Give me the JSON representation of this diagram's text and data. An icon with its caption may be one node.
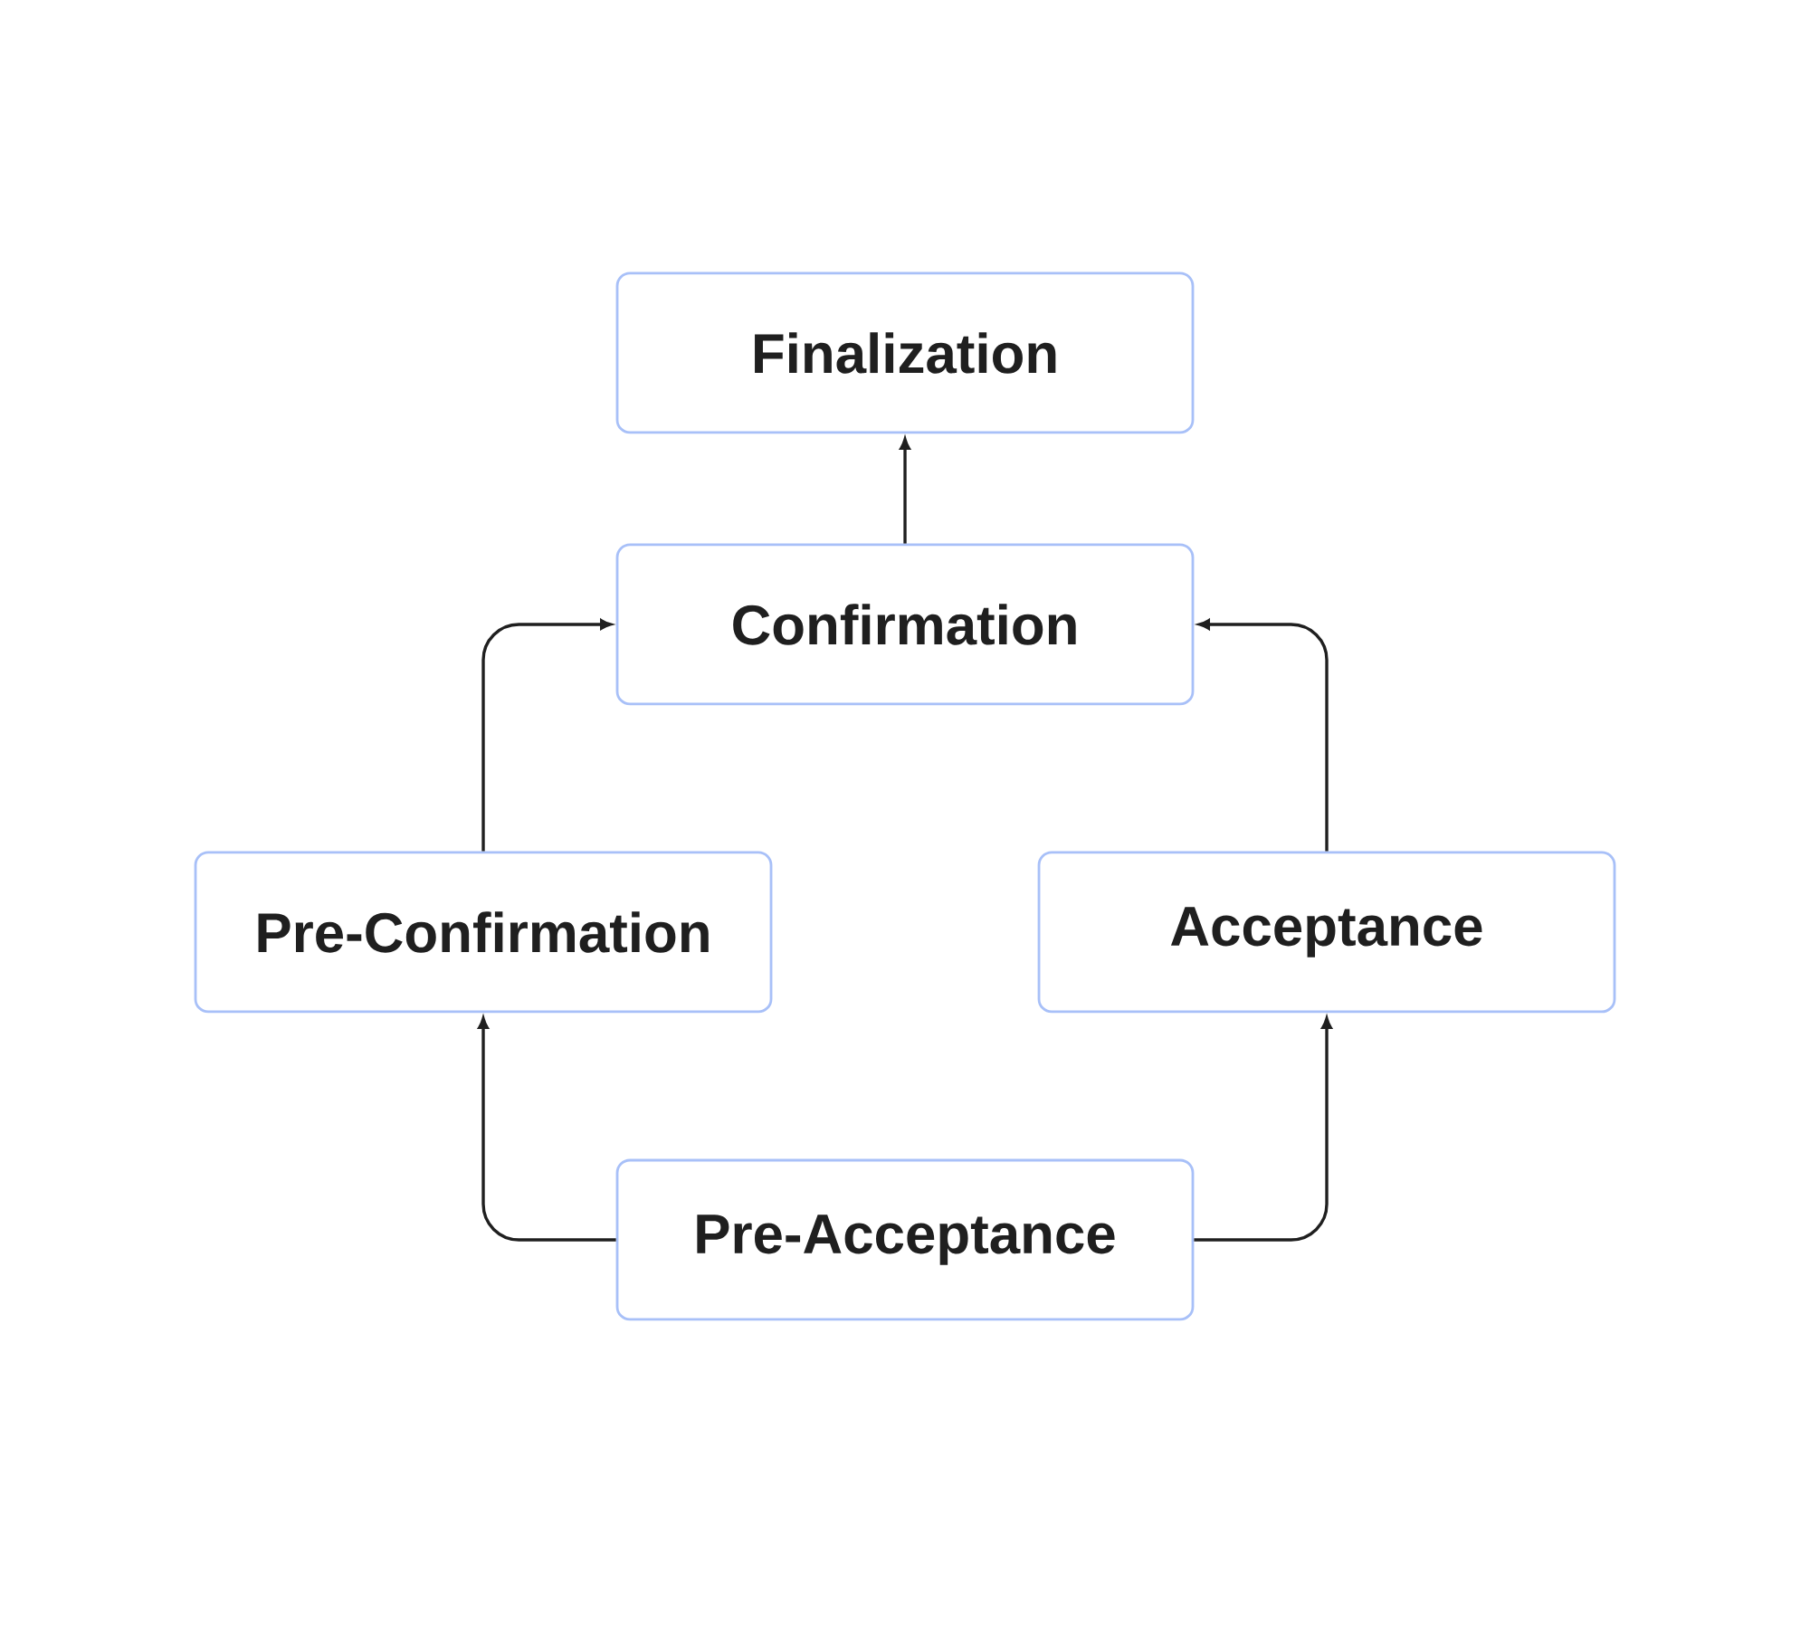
{
  "diagram": {
    "nodes": [
      {
        "text": [
          "Finalization"
        ]
      },
      {
        "text": [
          "Confirmation"
        ]
      },
      {
        "text": [
          "Pre-Confirmation"
        ]
      },
      {
        "text": [
          "Acceptance"
        ]
      },
      {
        "text": [
          "Pre-Acceptance"
        ]
      }
    ],
    "edges": [
      {
        "from": 1,
        "to": 0,
        "arrow": "to"
      },
      {
        "from": 2,
        "to": 1,
        "arrow": "to"
      },
      {
        "from": 3,
        "to": 1,
        "arrow": "to"
      },
      {
        "from": 4,
        "to": 2,
        "arrow": "to"
      },
      {
        "from": 4,
        "to": 3,
        "arrow": "to"
      }
    ]
  }
}
